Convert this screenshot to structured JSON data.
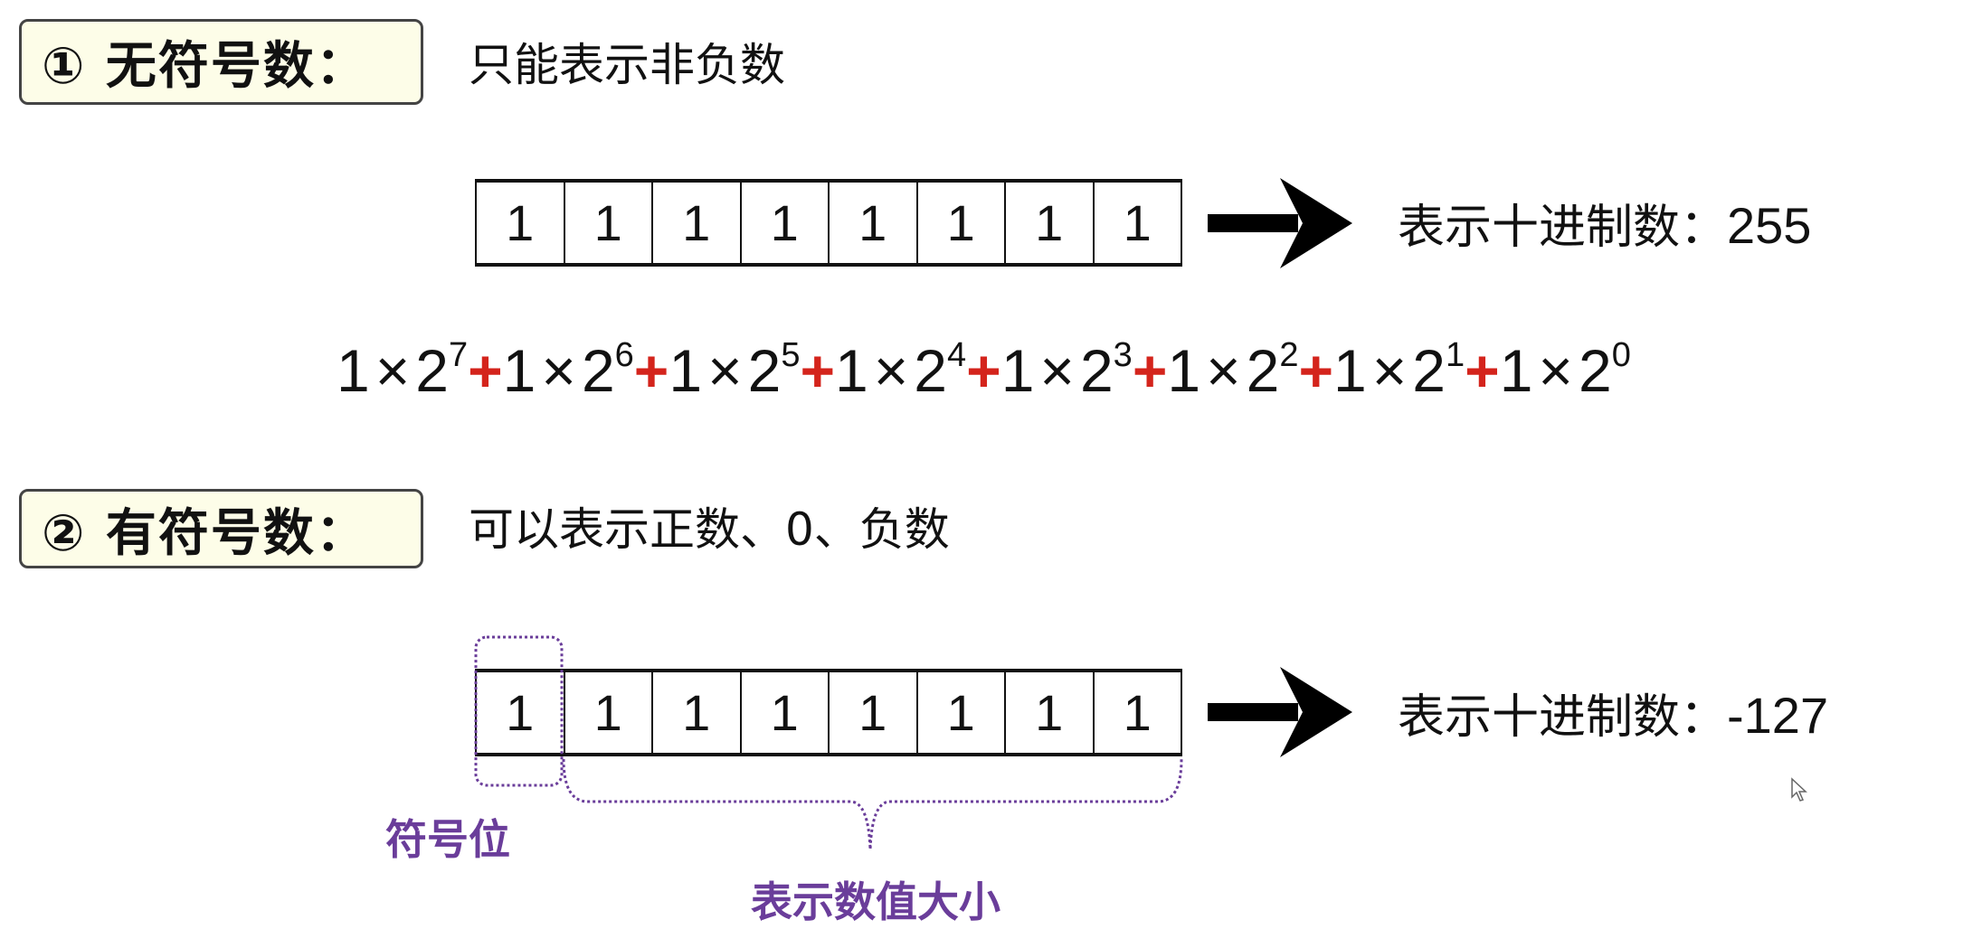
{
  "section1": {
    "label": "① 无符号数：",
    "description": "只能表示非负数",
    "bits": [
      "1",
      "1",
      "1",
      "1",
      "1",
      "1",
      "1",
      "1"
    ],
    "result_label": "表示十进制数：",
    "result_value": "255",
    "formula": [
      {
        "coef": "1",
        "times": "×",
        "base": "2",
        "exp": "7"
      },
      {
        "coef": "1",
        "times": "×",
        "base": "2",
        "exp": "6"
      },
      {
        "coef": "1",
        "times": "×",
        "base": "2",
        "exp": "5"
      },
      {
        "coef": "1",
        "times": "×",
        "base": "2",
        "exp": "4"
      },
      {
        "coef": "1",
        "times": "×",
        "base": "2",
        "exp": "3"
      },
      {
        "coef": "1",
        "times": "×",
        "base": "2",
        "exp": "2"
      },
      {
        "coef": "1",
        "times": "×",
        "base": "2",
        "exp": "1"
      },
      {
        "coef": "1",
        "times": "×",
        "base": "2",
        "exp": "0"
      }
    ],
    "plus": "+"
  },
  "section2": {
    "label": "② 有符号数：",
    "description": "可以表示正数、0、负数",
    "bits": [
      "1",
      "1",
      "1",
      "1",
      "1",
      "1",
      "1",
      "1"
    ],
    "result_label": "表示十进制数：",
    "result_value": "-127",
    "sign_bit_label": "符号位",
    "magnitude_label": "表示数值大小"
  },
  "colors": {
    "accent_red": "#d4241c",
    "annotation_purple": "#6a3d9a",
    "label_bg": "#fdfde8"
  }
}
